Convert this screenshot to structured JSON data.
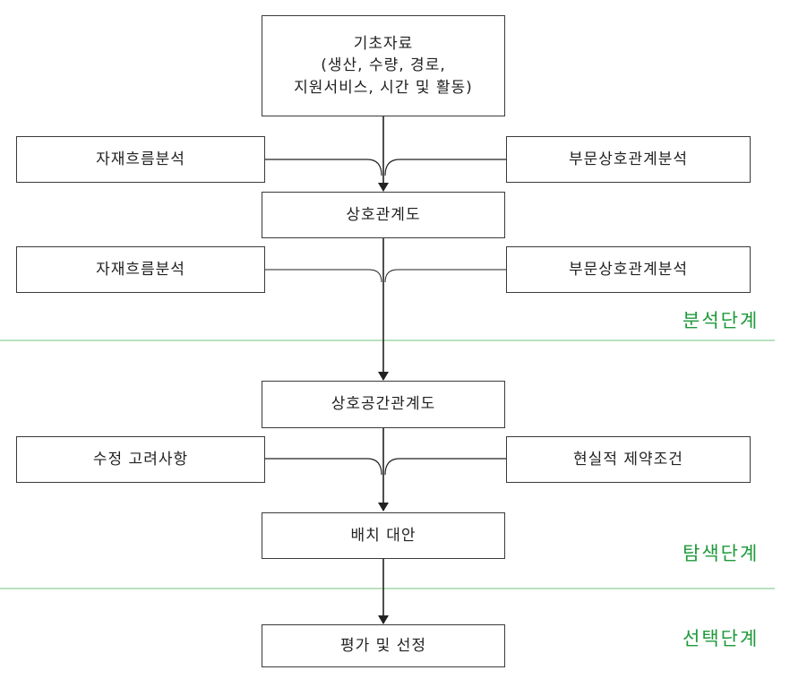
{
  "diagram": {
    "top_box": {
      "lines": [
        "기초자료",
        "(생산, 수량, 경로,",
        "지원서비스, 시간 및 활동)"
      ]
    },
    "row1": {
      "left": "자재흐름분석",
      "right": "부문상호관계분석"
    },
    "box_relationship": "상호관계도",
    "row2": {
      "left": "자재흐름분석",
      "right": "부문상호관계분석"
    },
    "box_space_relationship": "상호공간관계도",
    "row3": {
      "left": "수정 고려사항",
      "right": "현실적 제약조건"
    },
    "box_layout_alternatives": "배치 대안",
    "box_evaluation": "평가 및 선정",
    "stages": {
      "analysis": "분석단계",
      "search": "탐색단계",
      "selection": "선택단계"
    },
    "colors": {
      "stage_text": "#1e9a3a",
      "divider": "#8fcf97",
      "line": "#222222"
    }
  }
}
